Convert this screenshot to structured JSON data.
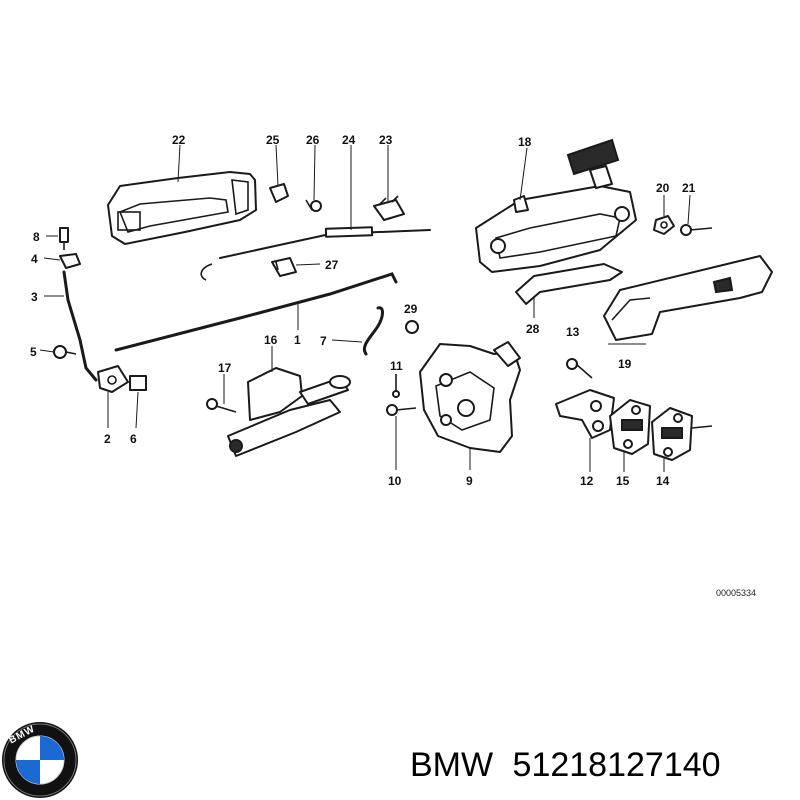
{
  "diagram": {
    "callouts": [
      "22",
      "25",
      "26",
      "24",
      "23",
      "18",
      "20",
      "21",
      "8",
      "4",
      "3",
      "27",
      "29",
      "1",
      "7",
      "5",
      "16",
      "11",
      "17",
      "2",
      "6",
      "10",
      "9",
      "13",
      "19",
      "28",
      "12",
      "15",
      "14"
    ],
    "reference_code": "00005334"
  },
  "footer": {
    "brand": "BMW",
    "part_number": "51218127140",
    "logo_text": "BMW"
  },
  "colors": {
    "ink": "#1a1a1a",
    "logo_blue": "#1c69d4",
    "logo_ring": "#111111"
  }
}
